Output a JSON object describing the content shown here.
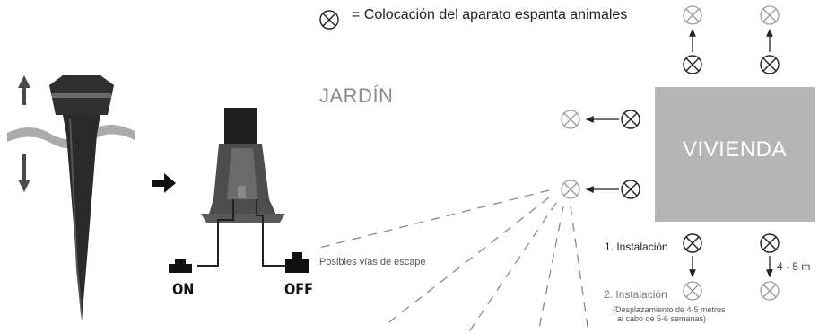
{
  "legend": {
    "symbol_icon": "crossed-circle-icon",
    "text": "= Colocación del aparato espanta animales"
  },
  "garden_label": "JARDÍN",
  "house_label": "VIVIENDA",
  "escape_label": "Posibles vías de escape",
  "switch": {
    "on_label": "ON",
    "off_label": "OFF"
  },
  "installation": {
    "step1": "1. Instalación",
    "step2": "2. Instalación",
    "displacement_line1": "(Desplazamiento de 4-5 metros",
    "displacement_line2": "al cabo de 5-6 semanas)",
    "distance": "4 - 5 m"
  },
  "colors": {
    "house": "#b5b5b5",
    "placed": "#222222",
    "moved": "#9a9a9a",
    "device": "#3c3c3c"
  }
}
